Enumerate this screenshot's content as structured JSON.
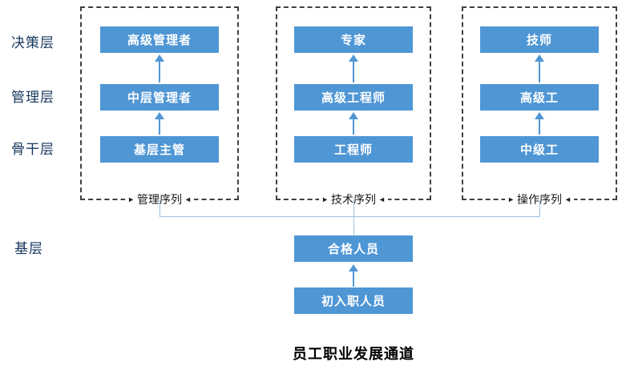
{
  "title": "员工职业发展通道",
  "levels": {
    "decision": "决策层",
    "management": "管理层",
    "backbone": "骨干层",
    "base": "基层"
  },
  "columns": [
    {
      "sequence": "管理序列",
      "top": "高级管理者",
      "middle": "中层管理者",
      "bottom": "基层主管"
    },
    {
      "sequence": "技术序列",
      "top": "专家",
      "middle": "高级工程师",
      "bottom": "工程师"
    },
    {
      "sequence": "操作序列",
      "top": "技师",
      "middle": "高级工",
      "bottom": "中级工"
    }
  ],
  "base_flow": {
    "qualified": "合格人员",
    "entry": "初入职人员"
  },
  "icons": {
    "arrow_right": "►",
    "arrow_left": "◄"
  },
  "colors": {
    "box": "#4f96d5",
    "level_text": "#17375e",
    "connector": "#9cc2e5",
    "dash_border": "#404040",
    "title_text": "#000000"
  }
}
